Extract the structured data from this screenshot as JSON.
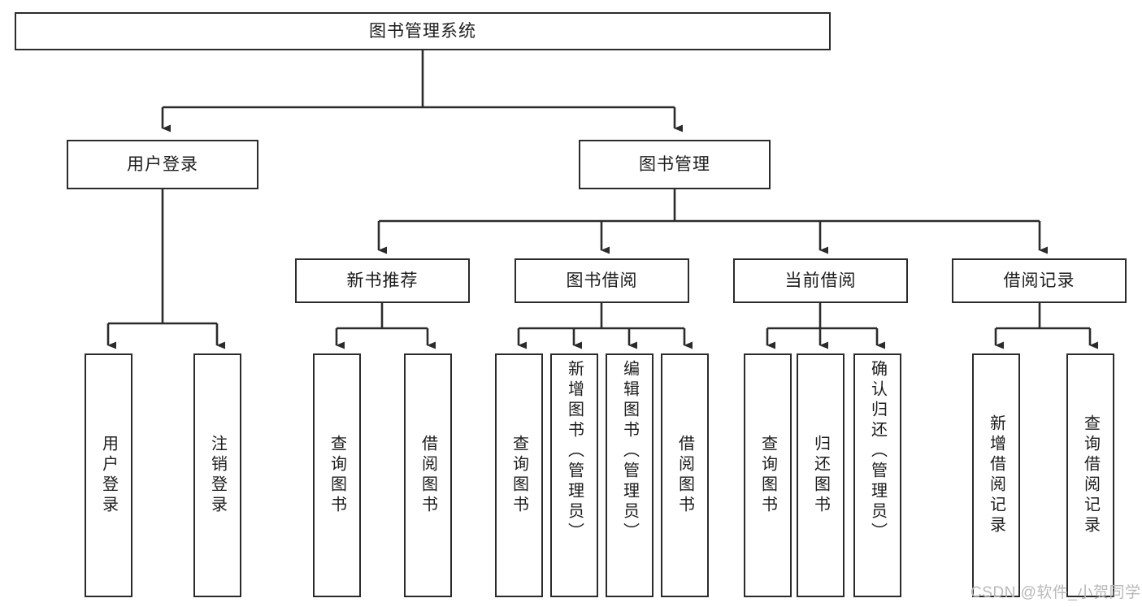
{
  "diagram": {
    "type": "tree-hierarchy-diagram",
    "title": "图书管理系统",
    "theme": {
      "background": "#ffffff",
      "box_border": "#2b2b2b",
      "box_fill": "#ffffff",
      "text": "#1c1c1c",
      "edge": "#2b2b2b",
      "watermark": "#b9b9b9"
    },
    "root": {
      "label": "图书管理系统"
    },
    "level1": [
      {
        "label": "用户登录"
      },
      {
        "label": "图书管理"
      }
    ],
    "level2": [
      {
        "label": "新书推荐"
      },
      {
        "label": "图书借阅"
      },
      {
        "label": "当前借阅"
      },
      {
        "label": "借阅记录"
      }
    ],
    "leaves": {
      "user_login": [
        {
          "label": "用户登录"
        },
        {
          "label": "注销登录"
        }
      ],
      "new_book_recommend": [
        {
          "label": "查询图书"
        },
        {
          "label": "借阅图书"
        }
      ],
      "book_borrow": [
        {
          "label": "查询图书"
        },
        {
          "label": "新增图书（管理员）"
        },
        {
          "label": "编辑图书（管理员）"
        },
        {
          "label": "借阅图书"
        }
      ],
      "current_borrow": [
        {
          "label": "查询图书"
        },
        {
          "label": "归还图书"
        },
        {
          "label": "确认归还（管理员）"
        }
      ],
      "borrow_record": [
        {
          "label": "新增借阅记录"
        },
        {
          "label": "查询借阅记录"
        }
      ]
    }
  },
  "watermark": {
    "text": "CSDN @软件_小贺同学"
  }
}
